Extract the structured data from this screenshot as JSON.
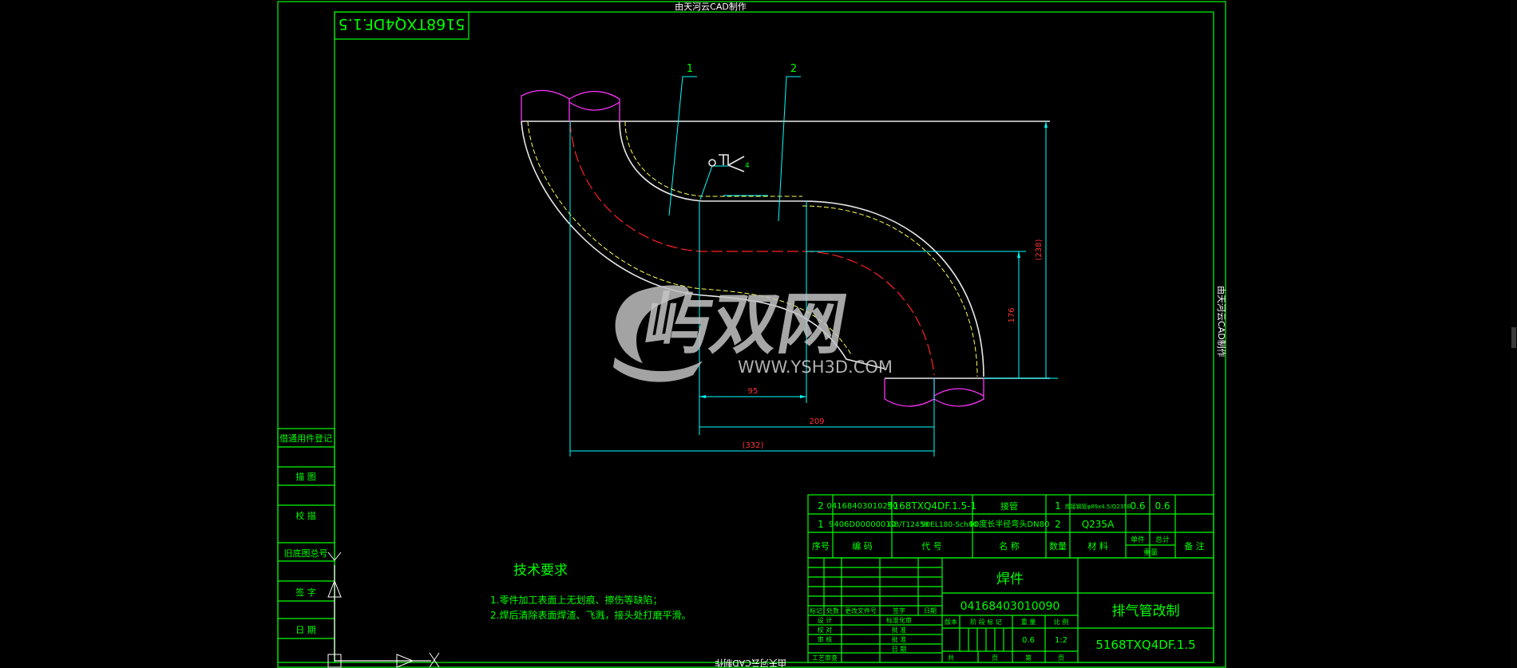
{
  "frame": {
    "top_credit": "由天河云CAD制作",
    "side_credit": "由天河云CAD制作",
    "bottom_credit": "由天河云CAD制作",
    "drawing_code_mirrored": "5168TXQ4DF.1.5"
  },
  "left_strip": [
    "借通用件登记",
    "描 图",
    "校 描",
    "旧底图总号",
    "签 字",
    "日 期"
  ],
  "balloons": [
    "1",
    "2"
  ],
  "weld_symbol_text": "4",
  "dimensions": {
    "d95": "95",
    "d209": "209",
    "d332": "(332)",
    "d176": "176",
    "d238": "(238)"
  },
  "watermark": {
    "cn": "屿双网",
    "url": "WWW.YSH3D.COM"
  },
  "tech_requirements": {
    "title": "技术要求",
    "items": [
      "1.零件加工表面上无划痕、擦伤等缺陷；",
      "2.焊后清除表面焊渣、飞溅，接头处打磨平滑。"
    ]
  },
  "bom": {
    "rows": [
      [
        "2",
        "04168403010240",
        "5168TXQ4DF.1.5-1",
        "接管",
        "1",
        "焊接钢管φ89x4.5/Q235B",
        "0.6",
        "0.6",
        ""
      ],
      [
        "1",
        "9406D00000010",
        "GB/T12459",
        "90EL180-Sch40",
        "90度长半径弯头DN80",
        "2",
        "Q235A",
        "",
        ""
      ]
    ],
    "header": [
      "序号",
      "编 码",
      "代 号",
      "名 称",
      "数量",
      "材 料",
      "单件",
      "总计",
      "重量",
      "备 注"
    ]
  },
  "title_block": {
    "part_type": "焊件",
    "code": "04168403010090",
    "name": "排气管改制",
    "drawing_no": "5168TXQ4DF.1.5",
    "labels_small": [
      "标记",
      "处数",
      "更改文件号",
      "签字",
      "日期"
    ],
    "labels_left": [
      "设 计",
      "校 对",
      "审 核",
      "工艺审查"
    ],
    "labels_mid": [
      "标准化审",
      "批 准",
      "批 准",
      "日 期"
    ],
    "labels_stage": [
      "版本",
      "阶 段 标 记",
      "重 量",
      "比 例"
    ],
    "weight": "0.6",
    "scale": "1:2",
    "sheet": [
      "共",
      "页",
      "第",
      "页"
    ]
  }
}
